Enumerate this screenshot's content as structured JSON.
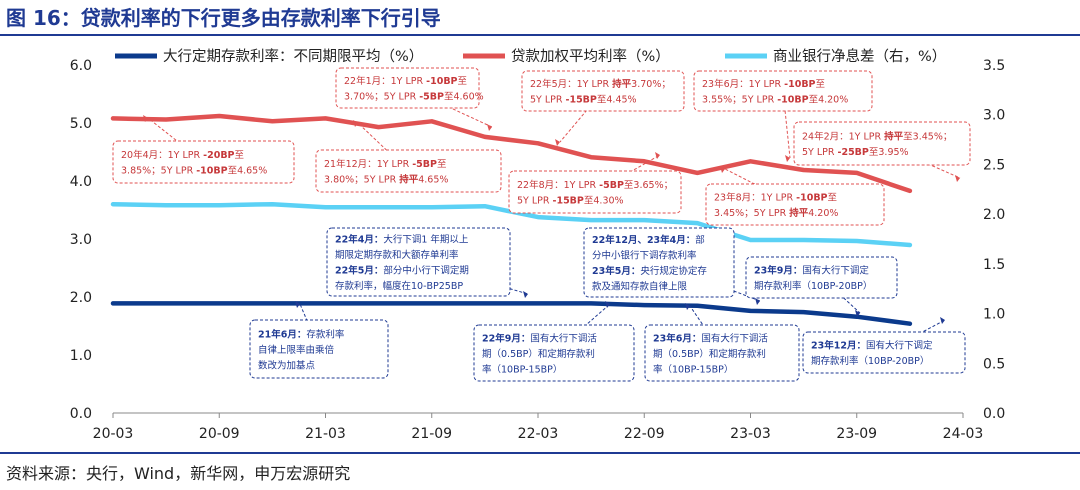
{
  "figure": {
    "title": "图 16：贷款利率的下行更多由存款利率下行引导",
    "source": "资料来源：央行，Wind，新华网，申万宏源研究"
  },
  "chart_data": {
    "type": "line",
    "x": [
      "20-03",
      "20-04",
      "20-05",
      "20-06",
      "20-07",
      "20-08",
      "20-09",
      "20-10",
      "20-11",
      "20-12",
      "21-01",
      "21-02",
      "21-03",
      "21-04",
      "21-05",
      "21-06",
      "21-07",
      "21-08",
      "21-09",
      "21-10",
      "21-11",
      "21-12",
      "22-01",
      "22-02",
      "22-03",
      "22-04",
      "22-05",
      "22-06",
      "22-07",
      "22-08",
      "22-09",
      "22-10",
      "22-11",
      "22-12",
      "23-01",
      "23-02",
      "23-03",
      "23-04",
      "23-05",
      "23-06",
      "23-07",
      "23-08",
      "23-09",
      "23-10",
      "23-11",
      "23-12"
    ],
    "x_ticks": [
      "20-03",
      "20-09",
      "21-03",
      "21-09",
      "22-03",
      "22-09",
      "23-03",
      "23-09",
      "24-03"
    ],
    "xlim": [
      "20-03",
      "24-03"
    ],
    "y_left": {
      "lim": [
        0,
        6
      ],
      "ticks": [
        "0.0",
        "1.0",
        "2.0",
        "3.0",
        "4.0",
        "5.0",
        "6.0"
      ]
    },
    "y_right": {
      "lim": [
        0,
        3.5
      ],
      "ticks": [
        "0.0",
        "0.5",
        "1.0",
        "1.5",
        "2.0",
        "2.5",
        "3.0",
        "3.5"
      ]
    },
    "grid": false,
    "legend": "top",
    "series": [
      {
        "name": "大行定期存款利率：不同期限平均（%）",
        "color": "#0b3a8c",
        "axis": "left",
        "x": [
          "20-03",
          "20-06",
          "20-09",
          "21-03",
          "21-06",
          "21-09",
          "21-12",
          "22-03",
          "22-06",
          "22-09",
          "22-12",
          "23-03",
          "23-06",
          "23-09",
          "23-12"
        ],
        "values": [
          1.89,
          1.89,
          1.89,
          1.89,
          1.89,
          1.89,
          1.89,
          1.89,
          1.89,
          1.86,
          1.85,
          1.76,
          1.74,
          1.66,
          1.54
        ]
      },
      {
        "name": "贷款加权平均利率（%）",
        "color": "#e05252",
        "axis": "left",
        "x": [
          "20-03",
          "20-06",
          "20-09",
          "20-12",
          "21-03",
          "21-06",
          "21-09",
          "21-12",
          "22-03",
          "22-06",
          "22-09",
          "22-12",
          "23-03",
          "23-06",
          "23-09",
          "23-12"
        ],
        "values": [
          5.08,
          5.06,
          5.12,
          5.03,
          5.08,
          4.93,
          5.03,
          4.76,
          4.65,
          4.41,
          4.34,
          4.14,
          4.34,
          4.19,
          4.14,
          3.83
        ]
      },
      {
        "name": "商业银行净息差（右，%）",
        "color": "#5bd1f5",
        "axis": "right",
        "x": [
          "20-03",
          "20-06",
          "20-09",
          "20-12",
          "21-03",
          "21-06",
          "21-09",
          "21-12",
          "22-03",
          "22-06",
          "22-09",
          "22-12",
          "23-03",
          "23-06",
          "23-09",
          "23-12"
        ],
        "values": [
          2.1,
          2.09,
          2.09,
          2.1,
          2.07,
          2.07,
          2.07,
          2.08,
          1.97,
          1.94,
          1.94,
          1.91,
          1.74,
          1.74,
          1.73,
          1.69
        ]
      }
    ],
    "annotations": [
      {
        "id": "a1",
        "series": "red",
        "lines": [
          [
            {
              "t": "22年1月："
            },
            {
              "t": "1Y LPR "
            },
            {
              "t": "-10BP",
              "b": 1
            },
            {
              "t": "至"
            }
          ],
          [
            {
              "t": "3.70%；5Y LPR "
            },
            {
              "t": "-5BP",
              "b": 1
            },
            {
              "t": "至4.60%"
            }
          ]
        ]
      },
      {
        "id": "a2",
        "series": "red",
        "lines": [
          [
            {
              "t": "22年5月："
            },
            {
              "t": "1Y LPR "
            },
            {
              "t": "持平",
              "b": 1
            },
            {
              "t": "3.70%；"
            }
          ],
          [
            {
              "t": "5Y LPR "
            },
            {
              "t": "-15BP",
              "b": 1
            },
            {
              "t": "至4.45%"
            }
          ]
        ]
      },
      {
        "id": "a3",
        "series": "red",
        "lines": [
          [
            {
              "t": "23年6月："
            },
            {
              "t": "1Y LPR "
            },
            {
              "t": "-10BP",
              "b": 1
            },
            {
              "t": "至"
            }
          ],
          [
            {
              "t": "3.55%；5Y LPR "
            },
            {
              "t": "-10BP",
              "b": 1
            },
            {
              "t": "至4.20%"
            }
          ]
        ]
      },
      {
        "id": "a4",
        "series": "red",
        "lines": [
          [
            {
              "t": "20年4月："
            },
            {
              "t": "1Y LPR "
            },
            {
              "t": "-20BP",
              "b": 1
            },
            {
              "t": "至"
            }
          ],
          [
            {
              "t": "3.85%；5Y LPR "
            },
            {
              "t": "-10BP",
              "b": 1
            },
            {
              "t": "至4.65%"
            }
          ]
        ]
      },
      {
        "id": "a5",
        "series": "red",
        "lines": [
          [
            {
              "t": "21年12月："
            },
            {
              "t": "1Y LPR "
            },
            {
              "t": "-5BP",
              "b": 1
            },
            {
              "t": "至"
            }
          ],
          [
            {
              "t": "3.80%；5Y LPR "
            },
            {
              "t": "持平",
              "b": 1
            },
            {
              "t": "4.65%"
            }
          ]
        ]
      },
      {
        "id": "a6",
        "series": "red",
        "lines": [
          [
            {
              "t": "22年8月："
            },
            {
              "t": "1Y LPR "
            },
            {
              "t": "-5BP",
              "b": 1
            },
            {
              "t": "至3.65%；"
            }
          ],
          [
            {
              "t": "5Y LPR "
            },
            {
              "t": "-15BP",
              "b": 1
            },
            {
              "t": "至4.30%"
            }
          ]
        ]
      },
      {
        "id": "a7",
        "series": "red",
        "lines": [
          [
            {
              "t": "24年2月："
            },
            {
              "t": "1Y LPR "
            },
            {
              "t": "持平",
              "b": 1
            },
            {
              "t": "至3.45%；"
            }
          ],
          [
            {
              "t": "5Y LPR "
            },
            {
              "t": "-25BP",
              "b": 1
            },
            {
              "t": "至3.95%"
            }
          ]
        ]
      },
      {
        "id": "a8",
        "series": "red",
        "lines": [
          [
            {
              "t": "23年8月："
            },
            {
              "t": "1Y LPR "
            },
            {
              "t": "-10BP",
              "b": 1
            },
            {
              "t": "至"
            }
          ],
          [
            {
              "t": "3.45%；5Y LPR "
            },
            {
              "t": "持平",
              "b": 1
            },
            {
              "t": "4.20%"
            }
          ]
        ]
      },
      {
        "id": "b1",
        "series": "blue",
        "lines": [
          [
            {
              "t": "22年4月：",
              "b": 1
            },
            {
              "t": "大行下调1 年期以上"
            }
          ],
          [
            {
              "t": "期限定期存款和大额存单利率"
            }
          ],
          [
            {
              "t": "22年5月：",
              "b": 1
            },
            {
              "t": "部分中小行下调定期"
            }
          ],
          [
            {
              "t": "存款利率，幅度在10-BP25BP"
            }
          ]
        ]
      },
      {
        "id": "b2",
        "series": "blue",
        "lines": [
          [
            {
              "t": "22年12月、23年4月：",
              "b": 1
            },
            {
              "t": "部"
            }
          ],
          [
            {
              "t": "分中小银行下调存款利率"
            }
          ],
          [
            {
              "t": "23年5月：",
              "b": 1
            },
            {
              "t": "央行规定协定存"
            }
          ],
          [
            {
              "t": "款及通知存款自律上限"
            }
          ]
        ]
      },
      {
        "id": "b3",
        "series": "blue",
        "lines": [
          [
            {
              "t": "23年9月：",
              "b": 1
            },
            {
              "t": "国有大行下调定"
            }
          ],
          [
            {
              "t": "期存款利率（10BP-20BP）"
            }
          ]
        ]
      },
      {
        "id": "b4",
        "series": "blue",
        "lines": [
          [
            {
              "t": "21年6月：",
              "b": 1
            },
            {
              "t": "存款利率"
            }
          ],
          [
            {
              "t": "自律上限率由乘倍"
            }
          ],
          [
            {
              "t": "数改为加基点"
            }
          ]
        ]
      },
      {
        "id": "b5",
        "series": "blue",
        "lines": [
          [
            {
              "t": "22年9月：",
              "b": 1
            },
            {
              "t": "国有大行下调活"
            }
          ],
          [
            {
              "t": "期（0.5BP）和定期存款利"
            }
          ],
          [
            {
              "t": "率（10BP-15BP）"
            }
          ]
        ]
      },
      {
        "id": "b6",
        "series": "blue",
        "lines": [
          [
            {
              "t": "23年6月：",
              "b": 1
            },
            {
              "t": "国有大行下调活"
            }
          ],
          [
            {
              "t": "期（0.5BP）和定期存款利"
            }
          ],
          [
            {
              "t": "率（10BP-15BP）"
            }
          ]
        ]
      },
      {
        "id": "b7",
        "series": "blue",
        "lines": [
          [
            {
              "t": "23年12月：",
              "b": 1
            },
            {
              "t": "国有大行下调定"
            }
          ],
          [
            {
              "t": "期存款利率（10BP-20BP）"
            }
          ]
        ]
      }
    ]
  }
}
